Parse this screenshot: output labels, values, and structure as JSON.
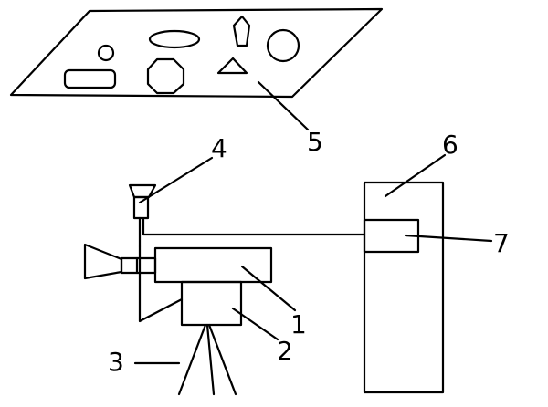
{
  "labels": {
    "n1": "1",
    "n2": "2",
    "n3": "3",
    "n4": "4",
    "n5": "5",
    "n6": "6",
    "n7": "7"
  }
}
